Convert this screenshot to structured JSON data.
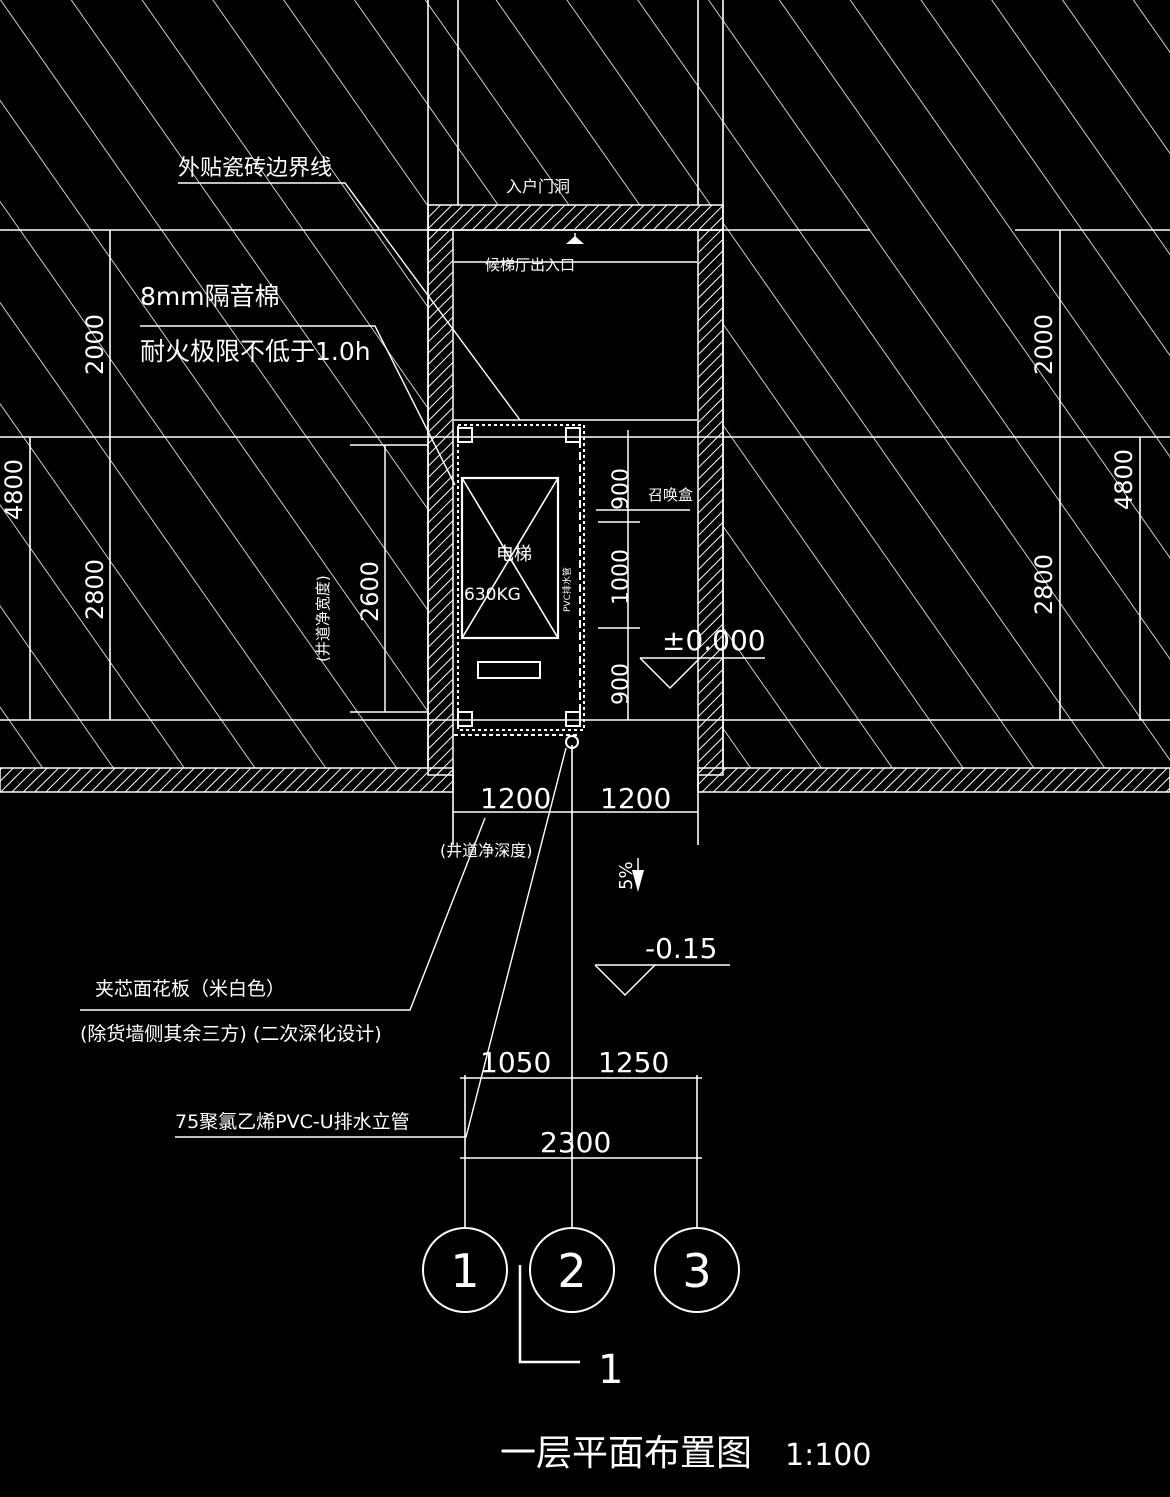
{
  "labels": {
    "tile_boundary": "外贴瓷砖边界线",
    "entrance_door": "入户门洞",
    "landing_entry": "候梯厅出入口",
    "acoustic_1": "8mm隔音棉",
    "acoustic_2": "耐火极限不低于1.0h",
    "call_panel": "召唤盒",
    "car_1": "电梯",
    "car_2": "630KG",
    "shaft_width": "(井道净宽度)",
    "shaft_depth": "(井道净深度)",
    "panel_note_1": "夹芯面花板（米白色）",
    "panel_note_2": "(除货墙侧其余三方) (二次深化设计)",
    "pipe_note": "75聚氯乙烯PVC-U排水立管",
    "slope": "5%",
    "level_floor": "±0.000",
    "level_outside": "-0.15",
    "title": "一层平面布置图",
    "scale": "1:100",
    "section_mark": "1",
    "small_side_label": "PVC排水管"
  },
  "dimensions": {
    "left_upper": "2000",
    "left_total": "4800",
    "left_lower": "2800",
    "shaft_width": "2600",
    "right_upper": "2000",
    "right_total": "4800",
    "right_lower": "2800",
    "door_top": "900",
    "door_mid": "1000",
    "door_bottom": "900",
    "pit_left": "1200",
    "pit_right": "1200",
    "axis_1_2": "1050",
    "axis_2_3": "1250",
    "axis_total": "2300"
  },
  "axes": [
    "1",
    "2",
    "3"
  ]
}
